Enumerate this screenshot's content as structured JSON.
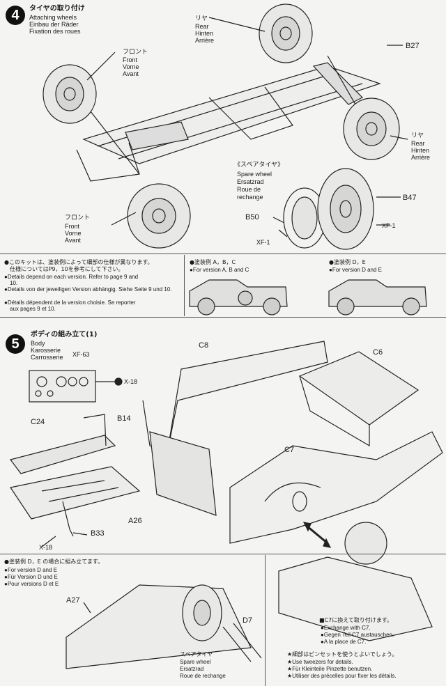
{
  "step4": {
    "number": "4",
    "title_jp": "タイヤの取り付け",
    "title_en": "Attaching wheels",
    "title_de": "Einbau der Räder",
    "title_fr": "Fixation des roues",
    "rear_top": {
      "jp": "リヤ",
      "en": "Rear",
      "de": "Hinten",
      "fr": "Arrière"
    },
    "rear_right": {
      "jp": "リヤ",
      "en": "Rear",
      "de": "Hinten",
      "fr": "Arrière"
    },
    "front_top": {
      "jp": "フロント",
      "en": "Front",
      "de": "Vorne",
      "fr": "Avant"
    },
    "front_bottom": {
      "jp": "フロント",
      "en": "Front",
      "de": "Vorne",
      "fr": "Avant"
    },
    "spare": {
      "jp": "《スペアタイヤ》",
      "en": "Spare wheel",
      "de": "Ersatzrad",
      "fr1": "Roue de",
      "fr2": "rechange"
    },
    "parts": {
      "b27": "B27",
      "b47": "B47",
      "b50": "B50",
      "xf1a": "XF-1",
      "xf1b": "XF-1"
    }
  },
  "version_note": {
    "jp1": "●このキットは、塗装例によって細部の仕様が異なります。",
    "jp2": "仕様についてはP9，10を参考にして下さい。",
    "en1": "●Details depend on each version. Refer to page 9 and",
    "en2": "10.",
    "de": "●Details von der jeweiligen Version abhängig. Siehe Seite 9 und 10.",
    "fr1": "●Détails dépendent de la version choisie. Se reporter",
    "fr2": "aux pages 9 et 10.",
    "abc_jp": "●塗装例 A，B，C",
    "abc_en": "●For version A, B and C",
    "de_jp": "●塗装例 D，E",
    "de_en": "●For version D and E"
  },
  "step5": {
    "number": "5",
    "title_jp": "ボディの組み立て(1)",
    "title_en": "Body",
    "title_de": "Karosserie",
    "title_fr": "Carrosserie",
    "parts": {
      "xf63": "XF-63",
      "x18a": "X-18",
      "x18b": "X-18",
      "b14": "B14",
      "c24": "C24",
      "a26": "A26",
      "b33": "B33",
      "c8": "C8",
      "c6": "C6",
      "c7": "C7"
    }
  },
  "version_de": {
    "jp": "●塗装例 D，E の場合に組み立てます。",
    "en": "●For version D and E",
    "de": "●Für Version D und E",
    "fr": "●Pour versions D et E",
    "a27": "A27",
    "d7": "D7",
    "spare_jp": "スペアタイヤ",
    "spare_en": "Spare wheel",
    "spare_de": "Ersatzrad",
    "spare_fr": "Roue de rechange",
    "exchange_jp": "■C7に換えて取り付けます。",
    "exchange_en": "●Exchange with C7.",
    "exchange_de": "●Gegen Teil C7 austauschen.",
    "exchange_fr": "●A la place de C7.",
    "tweezers_jp": "★細部はピンセットを使うとよいでしょう。",
    "tweezers_en": "★Use tweezers for details.",
    "tweezers_de": "★Für Kleinteile Pinzette benutzen.",
    "tweezers_fr": "★Utiliser des précelles pour fixer les détails."
  }
}
